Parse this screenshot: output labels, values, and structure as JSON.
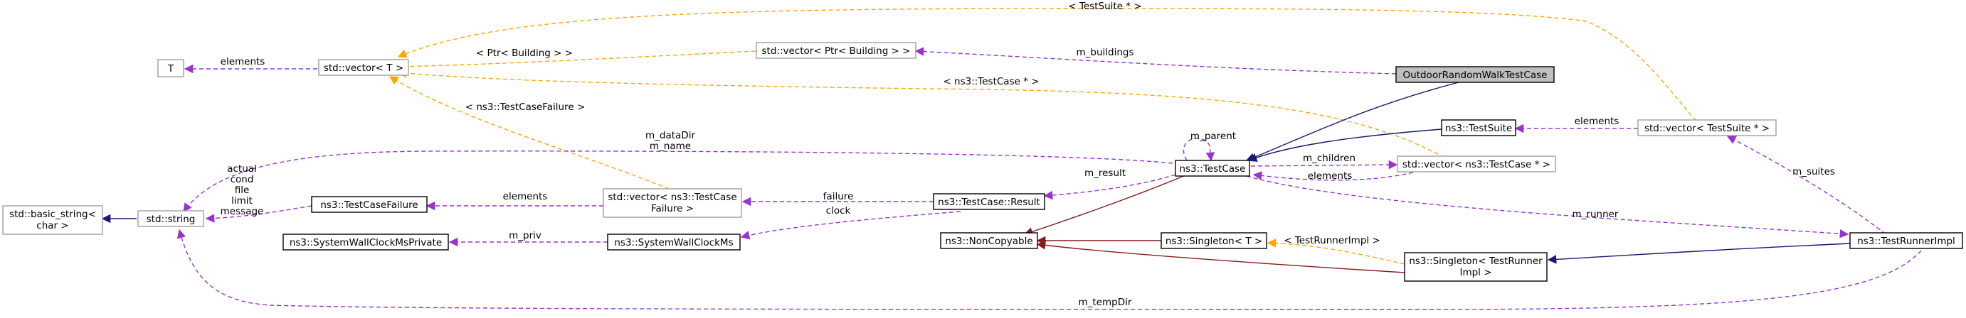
{
  "diagram": {
    "nodes": {
      "outdoor": "OutdoorRandomWalkTestCase",
      "vector_building": "std::vector< Ptr< Building > >",
      "vector_t": "std::vector< T >",
      "t": "T",
      "test_suite": "ns3::TestSuite",
      "vector_testsuite": "std::vector< TestSuite * >",
      "test_case": "ns3::TestCase",
      "vector_testcase": "std::vector< ns3::TestCase * >",
      "basic_string": [
        "std::basic_string<",
        "char >"
      ],
      "std_string": "std::string",
      "test_case_failure": "ns3::TestCaseFailure",
      "vector_failure": [
        "std::vector< ns3::TestCase",
        "Failure >"
      ],
      "result": "ns3::TestCase::Result",
      "wallclock_private": "ns3::SystemWallClockMsPrivate",
      "wallclock": "ns3::SystemWallClockMs",
      "noncopyable": "ns3::NonCopyable",
      "singleton_t": "ns3::Singleton< T >",
      "singleton_runner": [
        "ns3::Singleton< TestRunner",
        "Impl >"
      ],
      "runner_impl": "ns3::TestRunnerImpl"
    },
    "edge_labels": {
      "testsuite_ptr": "< TestSuite * >",
      "m_buildings": "m_buildings",
      "ptr_building": "< Ptr< Building > >",
      "elements_t": "elements",
      "testcase_ptr": "< ns3::TestCase * >",
      "elements_suite": "elements",
      "m_parent": "m_parent",
      "m_datadir": [
        "m_dataDir",
        "m_name"
      ],
      "testcase_failure": "< ns3::TestCaseFailure >",
      "m_children": "m_children",
      "elements_case": "elements",
      "m_suites": "m_suites",
      "m_result": "m_result",
      "string_members": [
        "actual",
        "cond",
        "file",
        "limit",
        "message"
      ],
      "elements_failure": "elements",
      "failure": "failure",
      "clock": "clock",
      "m_runner": "m_runner",
      "m_priv": "m_priv",
      "testrunnerimpl_arg": "< TestRunnerImpl >",
      "m_tempdir": "m_tempDir"
    },
    "colors": {
      "member_edge": "#9a32cd",
      "template_edge": "#ffa500",
      "inheritance_edge": "#191970",
      "private_inheritance_edge": "#8b1a1a",
      "highlight_fill": "#bfbfbf",
      "external_border": "#a0a0a0"
    }
  }
}
